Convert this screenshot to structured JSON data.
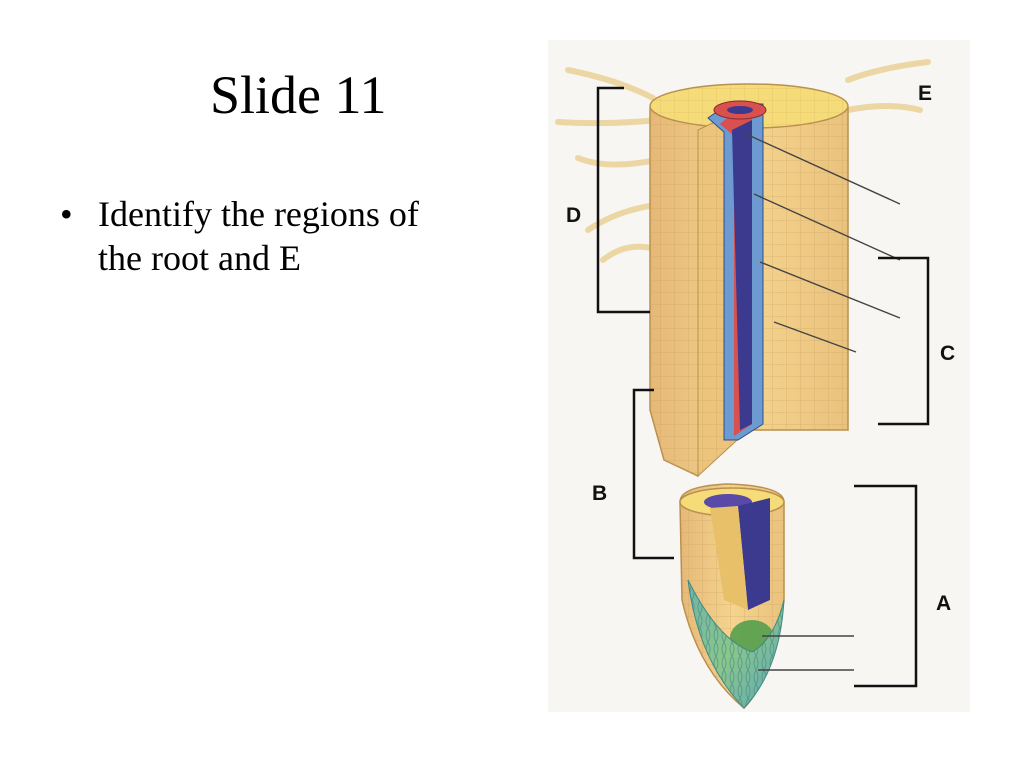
{
  "slide": {
    "title": "Slide 11",
    "bullets": [
      "Identify the regions of the root and E"
    ]
  },
  "diagram": {
    "labels": {
      "a": "A",
      "b": "B",
      "c": "C",
      "d": "D",
      "e": "E"
    },
    "colors": {
      "cortex": "#f2cf86",
      "epidermis": "#e8b670",
      "xylem": "#3b3a8f",
      "phloem": "#d9504e",
      "pericycle": "#6d9ad0",
      "root_cap": "#7fbf9a",
      "meristem": "#4a9c4a"
    }
  }
}
